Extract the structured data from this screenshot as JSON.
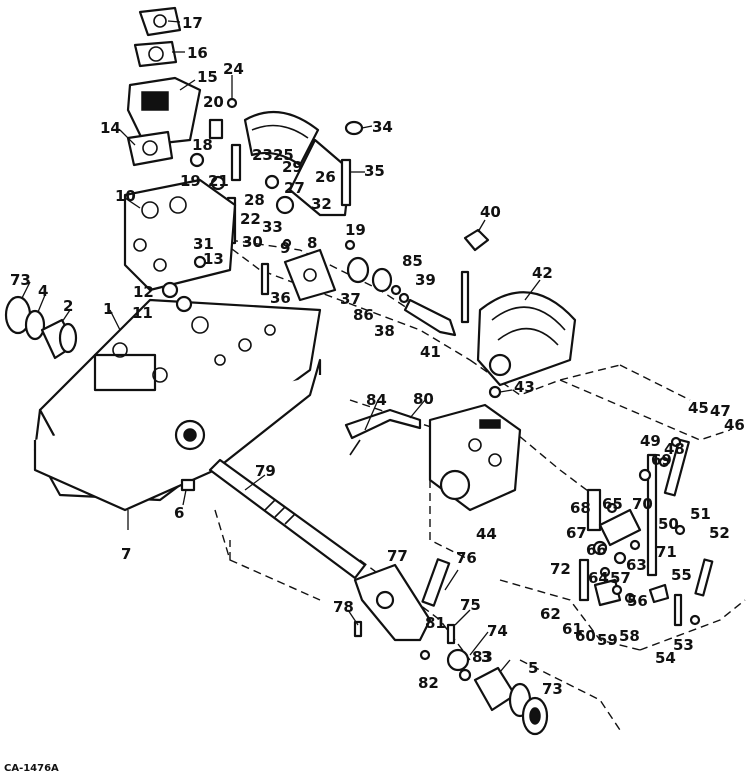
{
  "diagram": {
    "caption": "CA-1476A",
    "callouts": [
      "17",
      "16",
      "15",
      "24",
      "14",
      "20",
      "18",
      "23",
      "25",
      "34",
      "19",
      "21",
      "29",
      "26",
      "35",
      "28",
      "27",
      "10",
      "32",
      "22",
      "33",
      "40",
      "31",
      "30",
      "9",
      "8",
      "19",
      "73",
      "4",
      "2",
      "12",
      "13",
      "11",
      "36",
      "85",
      "39",
      "37",
      "86",
      "38",
      "42",
      "1",
      "41",
      "43",
      "84",
      "80",
      "45",
      "47",
      "46",
      "48",
      "49",
      "69",
      "79",
      "44",
      "68",
      "65",
      "70",
      "67",
      "66",
      "50",
      "51",
      "52",
      "6",
      "7",
      "72",
      "63",
      "71",
      "55",
      "77",
      "76",
      "64",
      "57",
      "62",
      "61",
      "60",
      "59",
      "58",
      "56",
      "54",
      "53",
      "78",
      "75",
      "81",
      "74",
      "83",
      "3",
      "5",
      "82",
      "73"
    ]
  }
}
